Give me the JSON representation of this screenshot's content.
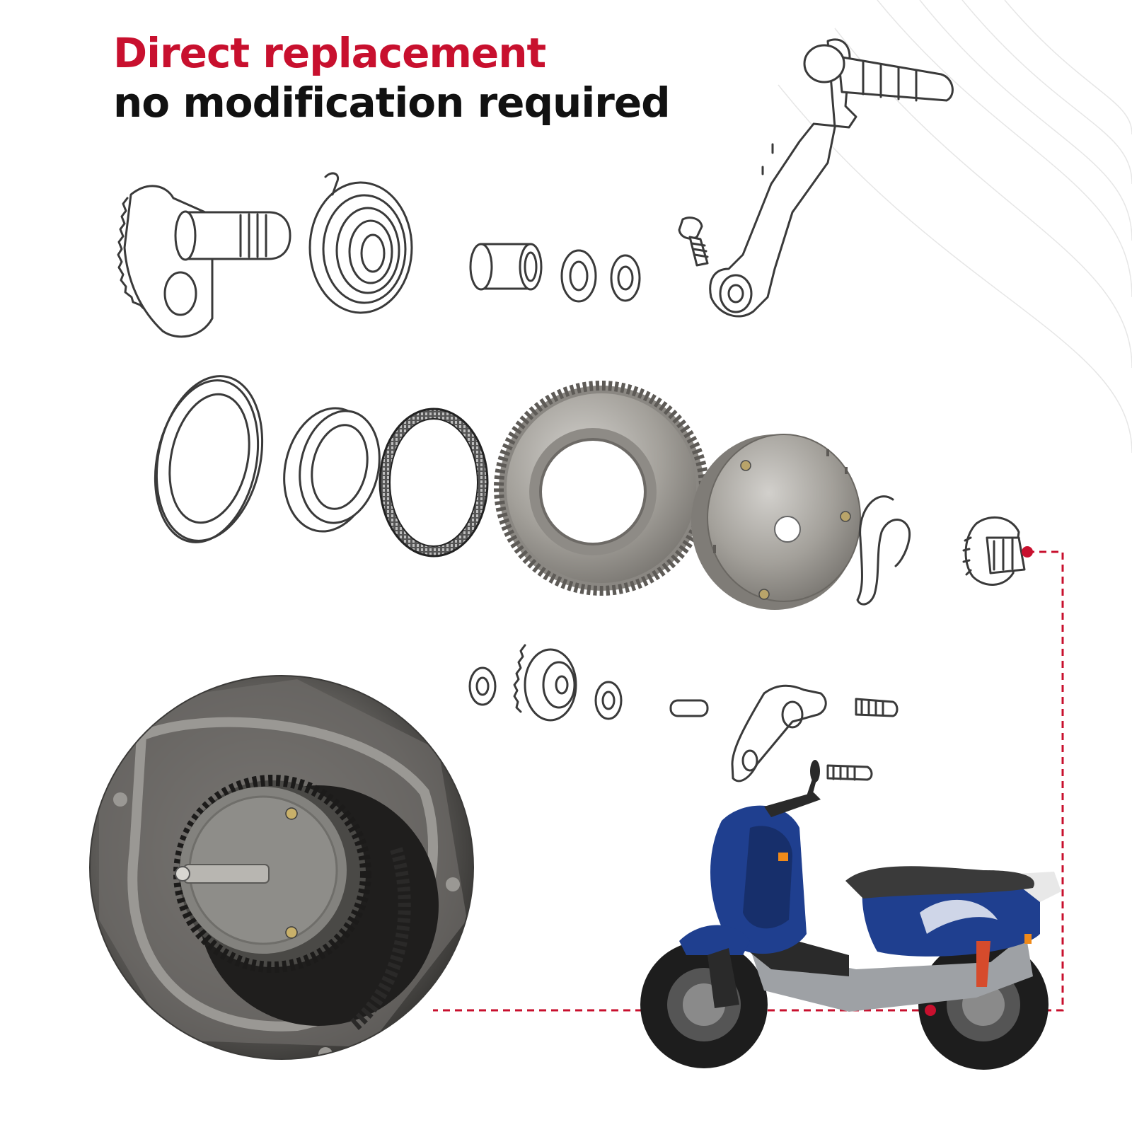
{
  "headline": {
    "line1": "Direct replacement",
    "line2": "no modification required"
  },
  "colors": {
    "accent_red": "#c8102e",
    "text_dark": "#111111",
    "line_art": "#3a3a3a",
    "metal": "#9b9893",
    "scooter_blue": "#1f3f8f"
  },
  "icons": {
    "kick_start_shaft_gear": "gear-shaft-drawing",
    "return_spring": "spring-drawing",
    "starter_clutch_gear": "gear-photo",
    "scooter": "scooter-photo"
  }
}
